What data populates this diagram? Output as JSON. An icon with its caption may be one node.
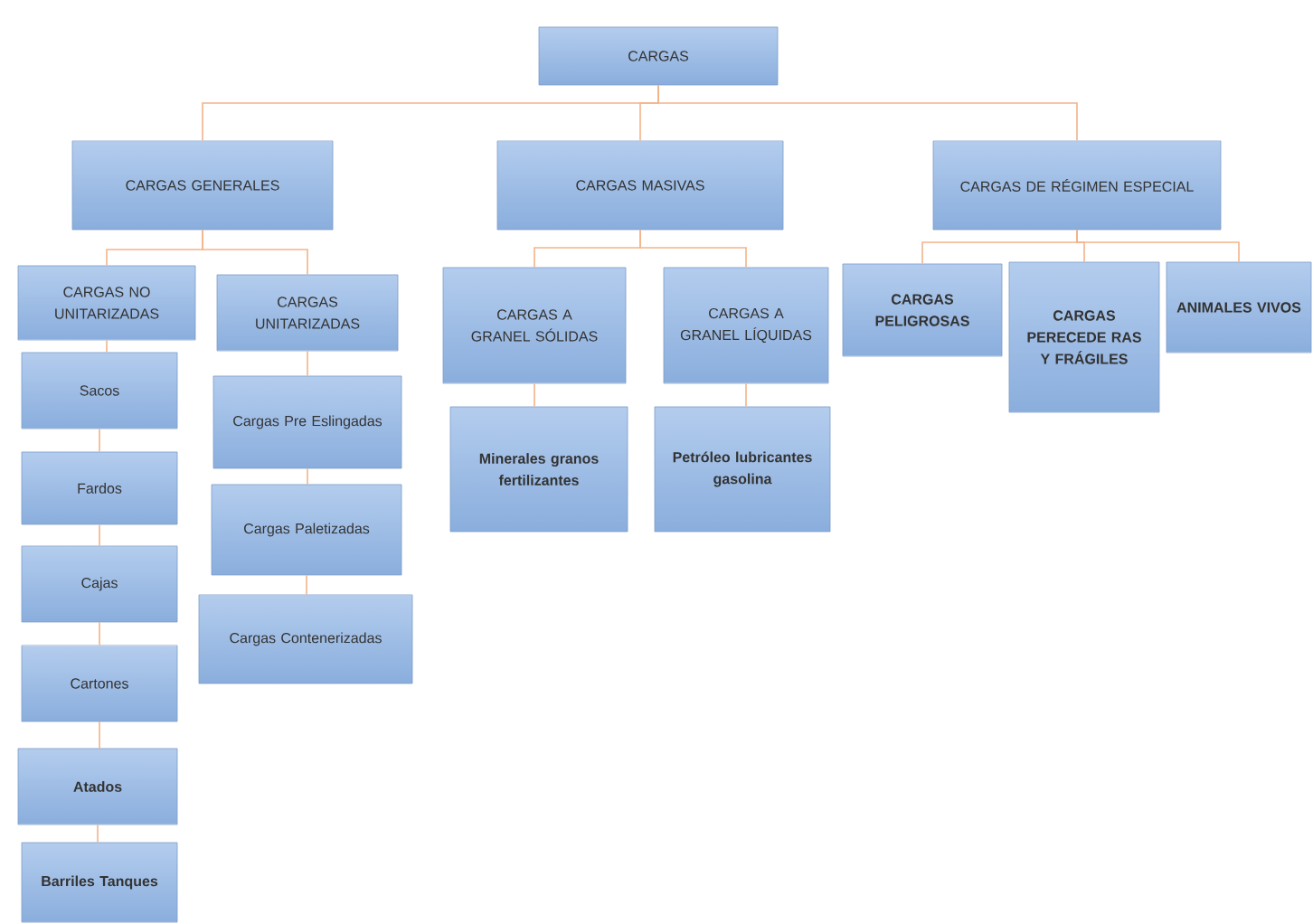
{
  "diagram": {
    "nodes": [
      {
        "text": [
          "CARGAS"
        ]
      },
      {
        "text": [
          "CARGAS GENERALES"
        ]
      },
      {
        "text": [
          "CARGAS MASIVAS"
        ]
      },
      {
        "text": [
          "CARGAS DE RÉGIMEN ESPECIAL"
        ]
      },
      {
        "text": [
          "CARGAS NO UNITARIZADAS"
        ]
      },
      {
        "text": [
          "CARGAS UNITARIZADAS"
        ]
      },
      {
        "text": [
          "Sacos"
        ]
      },
      {
        "text": [
          "Fardos"
        ]
      },
      {
        "text": [
          "Cajas"
        ]
      },
      {
        "text": [
          "Cartones"
        ]
      },
      {
        "text": [
          "Atados"
        ]
      },
      {
        "text": [
          "Barriles Tanques"
        ]
      },
      {
        "text": [
          "Cargas Pre Eslingadas"
        ]
      },
      {
        "text": [
          "Cargas Paletizadas"
        ]
      },
      {
        "text": [
          "Cargas Contenerizadas"
        ]
      },
      {
        "text": [
          "CARGAS A GRANEL SÓLIDAS"
        ]
      },
      {
        "text": [
          "CARGAS A GRANEL LÍQUIDAS"
        ]
      },
      {
        "text": [
          "Minerales granos fertilizantes"
        ]
      },
      {
        "text": [
          "Petróleo lubricantes gasolina"
        ]
      },
      {
        "text": [
          "CARGAS PELIGROSAS"
        ]
      },
      {
        "text": [
          "CARGAS PERECEDE RAS Y FRÁGILES"
        ]
      },
      {
        "text": [
          "ANIMALES VIVOS"
        ]
      }
    ],
    "edges": [
      {
        "from": 0,
        "to": 1,
        "arrow": "none"
      },
      {
        "from": 0,
        "to": 2,
        "arrow": "none"
      },
      {
        "from": 0,
        "to": 3,
        "arrow": "none"
      },
      {
        "from": 1,
        "to": 4,
        "arrow": "none"
      },
      {
        "from": 1,
        "to": 5,
        "arrow": "none"
      },
      {
        "from": 4,
        "to": 6,
        "arrow": "none"
      },
      {
        "from": 6,
        "to": 7,
        "arrow": "none"
      },
      {
        "from": 7,
        "to": 8,
        "arrow": "none"
      },
      {
        "from": 8,
        "to": 9,
        "arrow": "none"
      },
      {
        "from": 9,
        "to": 10,
        "arrow": "none"
      },
      {
        "from": 10,
        "to": 11,
        "arrow": "none"
      },
      {
        "from": 5,
        "to": 12,
        "arrow": "none"
      },
      {
        "from": 12,
        "to": 13,
        "arrow": "none"
      },
      {
        "from": 13,
        "to": 14,
        "arrow": "none"
      },
      {
        "from": 2,
        "to": 15,
        "arrow": "none"
      },
      {
        "from": 2,
        "to": 16,
        "arrow": "none"
      },
      {
        "from": 15,
        "to": 17,
        "arrow": "none"
      },
      {
        "from": 16,
        "to": 18,
        "arrow": "none"
      },
      {
        "from": 3,
        "to": 19,
        "arrow": "none"
      },
      {
        "from": 3,
        "to": 20,
        "arrow": "none"
      },
      {
        "from": 3,
        "to": 21,
        "arrow": "none"
      }
    ]
  }
}
